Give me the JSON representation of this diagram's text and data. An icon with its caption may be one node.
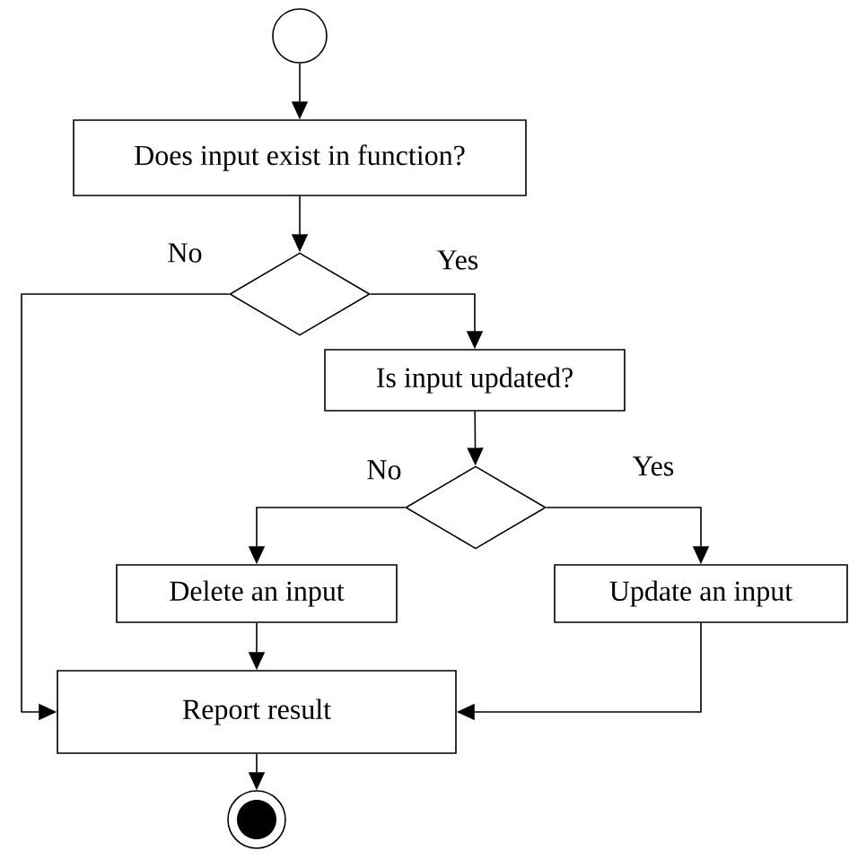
{
  "diagram": {
    "nodes": [
      {
        "text": [],
        "shape": "circle"
      },
      {
        "text": [
          "Does input exist in function?"
        ]
      },
      {
        "text": [],
        "shape": "diamond"
      },
      {
        "text": [
          "Is input updated?"
        ]
      },
      {
        "text": [],
        "shape": "diamond"
      },
      {
        "text": [
          "Delete an input"
        ]
      },
      {
        "text": [
          "Update an input"
        ]
      },
      {
        "text": [
          "Report result"
        ]
      },
      {
        "text": [],
        "shape": "endpoint"
      }
    ],
    "edges": [
      {
        "from": 0,
        "to": 1,
        "arrow": "to"
      },
      {
        "from": 1,
        "to": 2,
        "arrow": "to"
      },
      {
        "from": 2,
        "to": 3,
        "arrow": "to",
        "label": "Yes"
      },
      {
        "from": 2,
        "to": 7,
        "arrow": "to",
        "label": "No"
      },
      {
        "from": 3,
        "to": 4,
        "arrow": "to"
      },
      {
        "from": 4,
        "to": 5,
        "arrow": "to",
        "label": "No"
      },
      {
        "from": 4,
        "to": 6,
        "arrow": "to",
        "label": "Yes"
      },
      {
        "from": 5,
        "to": 7,
        "arrow": "to"
      },
      {
        "from": 6,
        "to": 7,
        "arrow": "to"
      },
      {
        "from": 7,
        "to": 8,
        "arrow": "to"
      }
    ]
  }
}
